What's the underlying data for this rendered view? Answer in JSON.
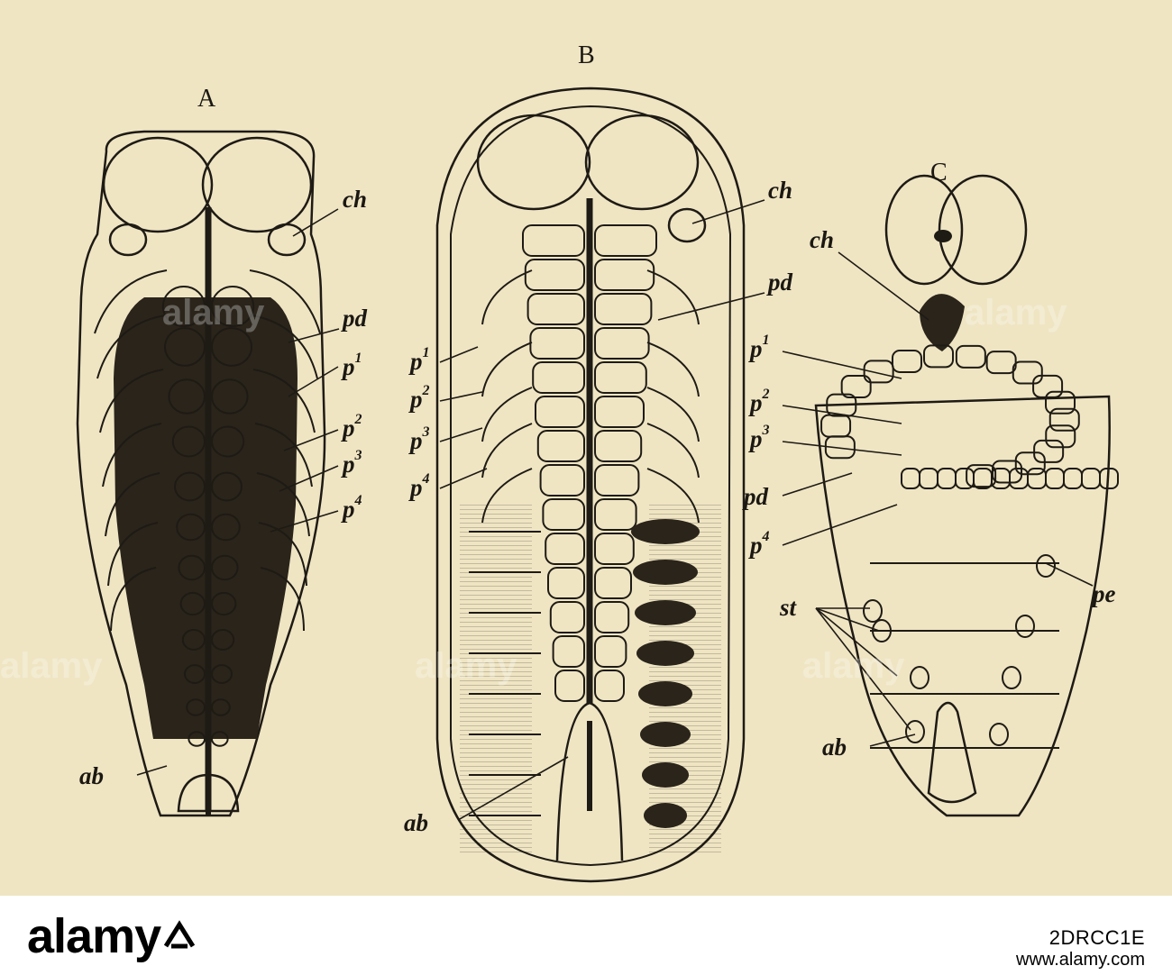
{
  "figure": {
    "panels": [
      {
        "id": "A",
        "caption": "A",
        "labels": [
          "ch",
          "pd",
          "p1",
          "p2",
          "p3",
          "p4",
          "ab"
        ]
      },
      {
        "id": "B",
        "caption": "B",
        "labels": [
          "ch",
          "pd",
          "p1",
          "p2",
          "p3",
          "p4",
          "ab"
        ]
      },
      {
        "id": "C",
        "caption": "C",
        "labels": [
          "ch",
          "p1",
          "p2",
          "p3",
          "pd",
          "p4",
          "st",
          "pe",
          "ab"
        ]
      }
    ],
    "label_text": {
      "ch": "ch",
      "pd": "pd",
      "p1_base": "p",
      "p1_sup": "1",
      "p2_base": "p",
      "p2_sup": "2",
      "p3_base": "p",
      "p3_sup": "3",
      "p4_base": "p",
      "p4_sup": "4",
      "ab": "ab",
      "st": "st",
      "pe": "pe"
    },
    "paper_color": "#efe5c3",
    "ink_color": "#1e1a14"
  },
  "watermark": {
    "text": "alamy"
  },
  "footer": {
    "brand": "alamy",
    "image_id": "2DRCC1E",
    "url": "www.alamy.com"
  }
}
